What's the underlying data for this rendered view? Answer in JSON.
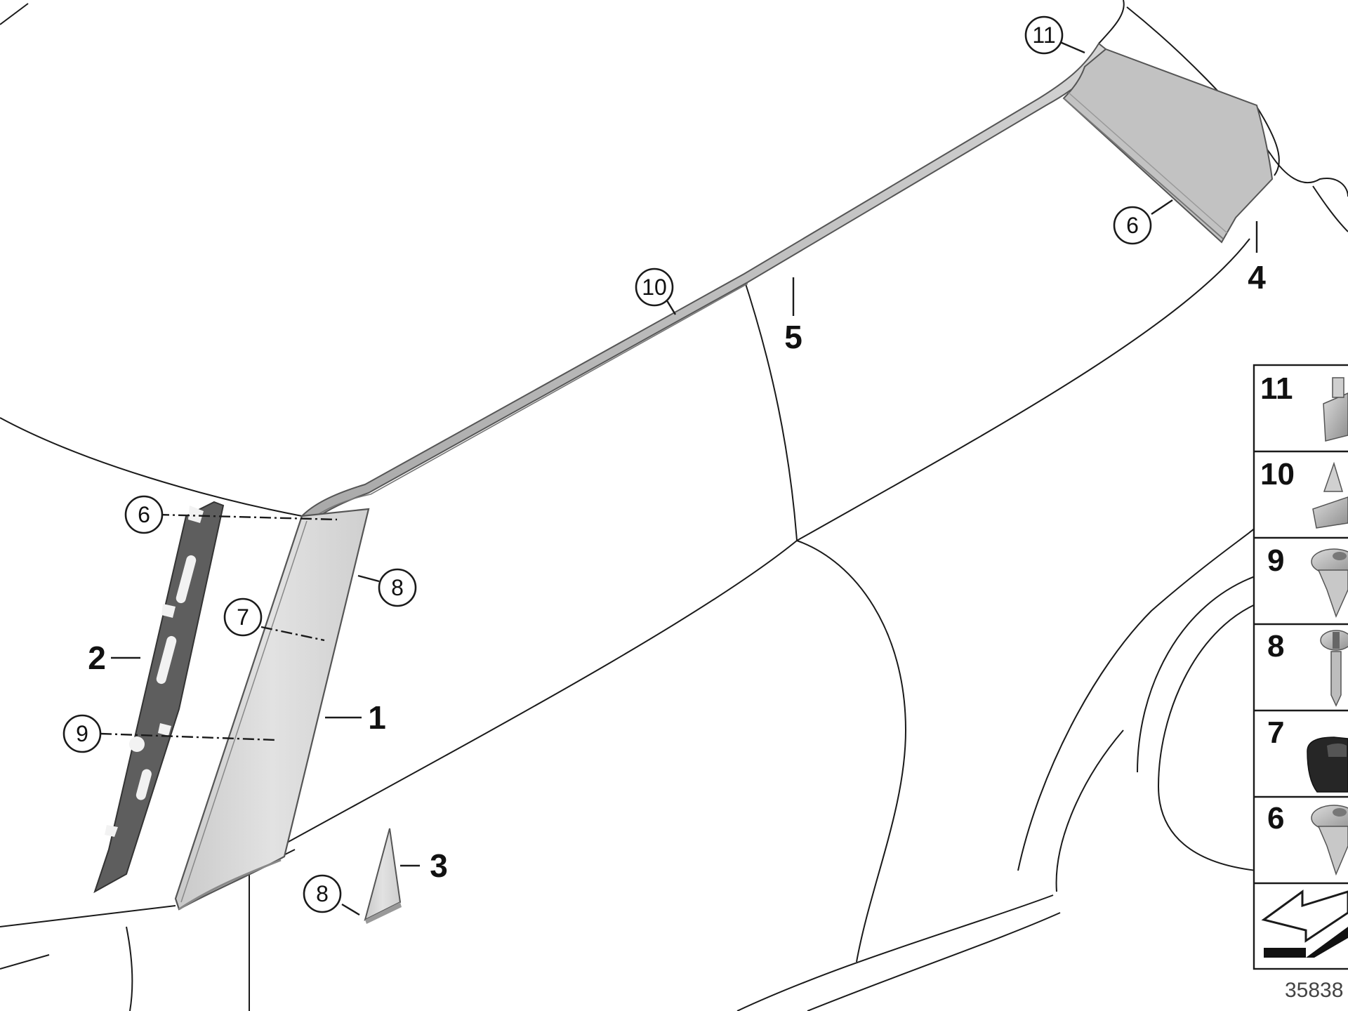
{
  "callouts": {
    "c11": "11",
    "c10": "10",
    "c6_top": "6",
    "c6_left": "6",
    "c8_pillar": "8",
    "c7": "7",
    "c9": "9",
    "c8_bottom": "8"
  },
  "labels": {
    "l1": "1",
    "l2": "2",
    "l3": "3",
    "l4": "4",
    "l5": "5"
  },
  "legend": {
    "rows": [
      "11",
      "10",
      "9",
      "8",
      "7",
      "6"
    ]
  },
  "diagram_number": "35838",
  "colors": {
    "part_fill": "#b8b8b8",
    "part_fill_light": "#d6d6d6",
    "seal_fill": "#6e6e6e",
    "line": "#1a1a1a"
  }
}
